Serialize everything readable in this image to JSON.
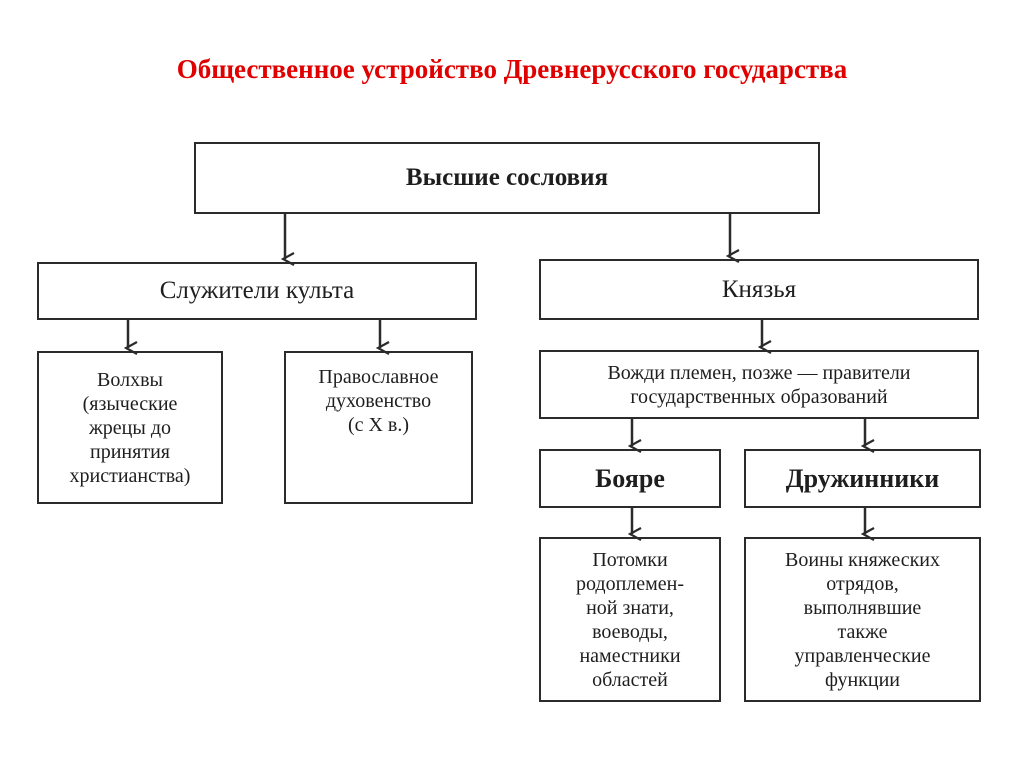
{
  "title": "Общественное устройство Древнерусского государства",
  "colors": {
    "title": "#e00000",
    "box_border": "#2b2b2b",
    "text": "#1e1e1e"
  },
  "boxes": {
    "top": "Высшие сословия",
    "cult": "Служители культа",
    "princes": "Князья",
    "magi": [
      "Волхвы",
      "(языческие",
      "жрецы до",
      "принятия",
      "христианства)"
    ],
    "orthodox": [
      "Православное",
      "духовенство",
      "(с X в.)"
    ],
    "chiefs": [
      "Вожди племен, позже — правители",
      "государственных образований"
    ],
    "boyars": "Бояре",
    "druzhinniki": "Дружинники",
    "boyars_desc": [
      "Потомки",
      "родоплемен-",
      "ной знати,",
      "воеводы,",
      "наместники",
      "областей"
    ],
    "druzhinniki_desc": [
      "Воины княжеских",
      "отрядов,",
      "выполнявшие",
      "также",
      "управленческие",
      "функции"
    ]
  }
}
